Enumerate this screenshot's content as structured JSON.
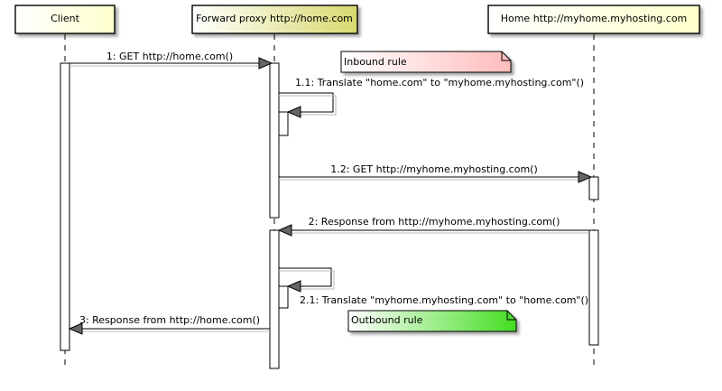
{
  "participants": {
    "client": {
      "label": "Client"
    },
    "proxy": {
      "label": "Forward proxy http://home.com"
    },
    "home": {
      "label": "Home http://myhome.myhosting.com"
    }
  },
  "messages": {
    "m1": "1: GET http://home.com()",
    "m1_1": "1.1: Translate \"home.com\" to \"myhome.myhosting.com\"()",
    "m1_2": "1.2: GET http://myhome.myhosting.com()",
    "m2": "2: Response from http://myhome.myhosting.com()",
    "m2_1": "2.1: Translate \"myhome.myhosting.com\" to \"home.com\"()",
    "m3": "3: Response from http://home.com()"
  },
  "notes": {
    "inbound": "Inbound rule",
    "outbound": "Outbound rule"
  },
  "colors": {
    "participant_fill": "#ffffcc",
    "participant_gradient_end": "#e6e6a0",
    "inbound_note_start": "#ffffff",
    "inbound_note_end": "#ffc8c8",
    "outbound_note_start": "#ffffff",
    "outbound_note_end": "#44dd22",
    "line": "#000000",
    "arrowhead": "#666666"
  }
}
